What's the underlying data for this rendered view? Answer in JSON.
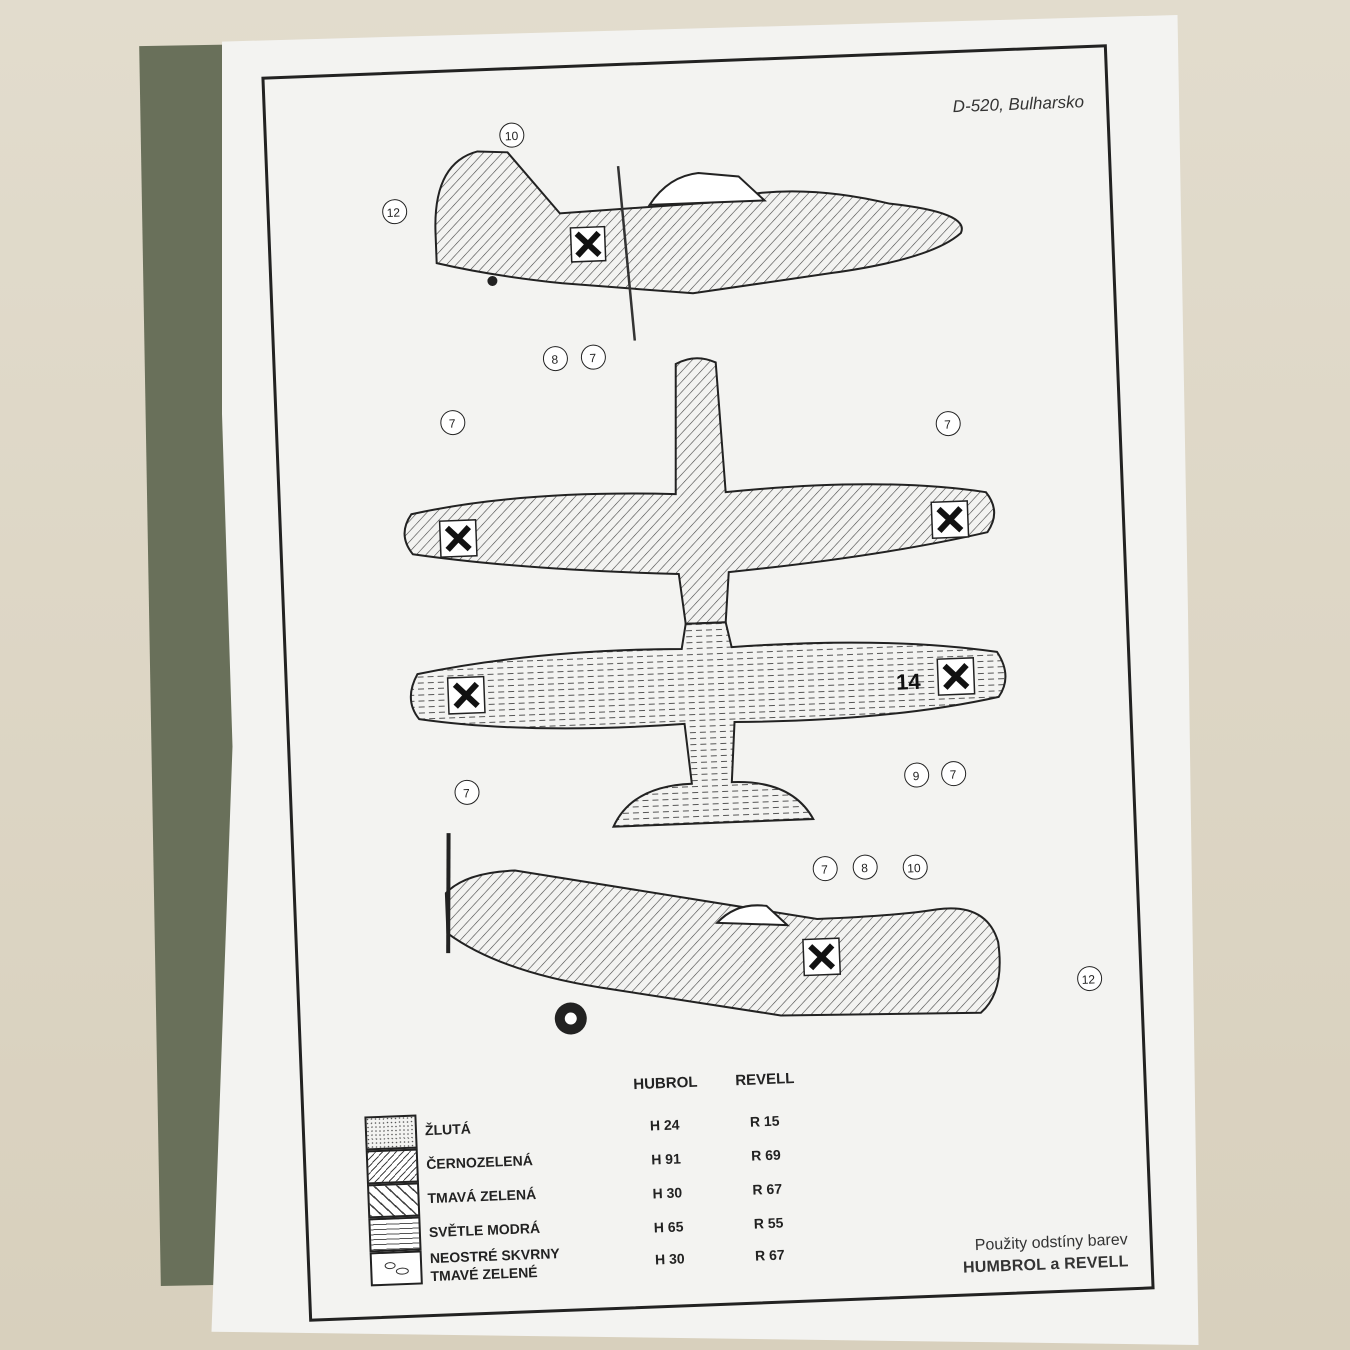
{
  "sheet": {
    "title": "D-520, Bulharsko",
    "footer_line1": "Použity odstíny barev",
    "footer_line2": "HUMBROL a REVELL"
  },
  "callouts": {
    "side_view_top": [
      "10",
      "12",
      "8",
      "7"
    ],
    "planform_upper": [
      "7",
      "7"
    ],
    "planform_lower": [
      "7",
      "9",
      "7"
    ],
    "side_view_bottom": [
      "7",
      "8",
      "10",
      "12"
    ]
  },
  "aircraft_code": "14",
  "legend": {
    "headers": {
      "hubrol": "HUBROL",
      "revell": "REVELL"
    },
    "rows": [
      {
        "name": "ŽLUTÁ",
        "hubrol": "H 24",
        "revell": "R 15",
        "pattern": "stipple-icon"
      },
      {
        "name": "ČERNOZELENÁ",
        "hubrol": "H 91",
        "revell": "R 69",
        "pattern": "fine-hatch-icon"
      },
      {
        "name": "TMAVÁ ZELENÁ",
        "hubrol": "H 30",
        "revell": "R 67",
        "pattern": "wide-hatch-icon"
      },
      {
        "name": "SVĚTLE MODRÁ",
        "hubrol": "H 65",
        "revell": "R 55",
        "pattern": "dash-icon"
      },
      {
        "name_line1": "NEOSTRÉ SKVRNY",
        "name_line2": "TMAVÉ ZELENÉ",
        "hubrol": "H 30",
        "revell": "R 67",
        "pattern": "blotch-icon"
      }
    ]
  }
}
